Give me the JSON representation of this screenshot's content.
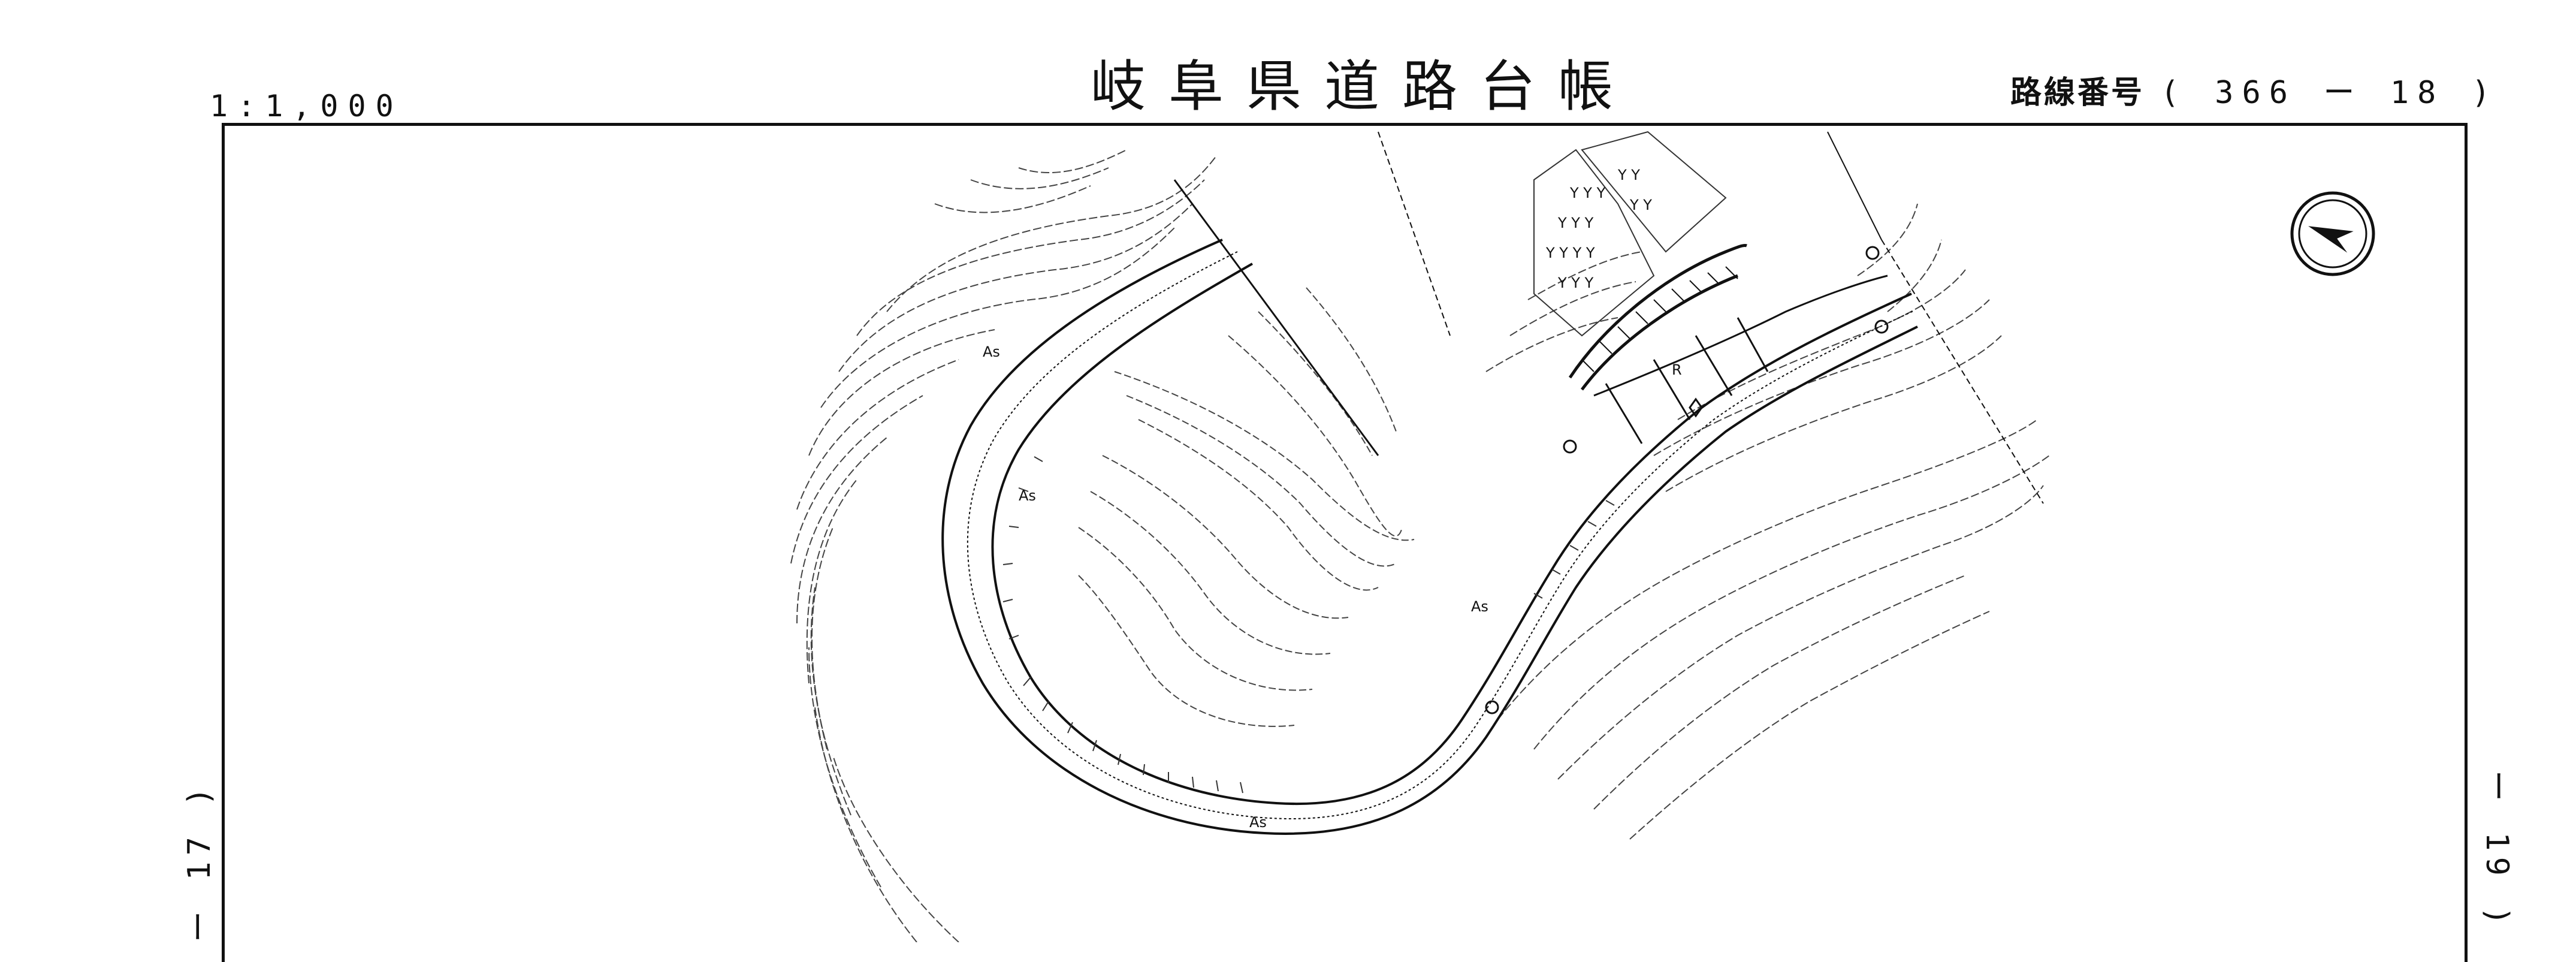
{
  "header": {
    "title": "岐阜県道路台帳",
    "scale": "1:1,000",
    "route_label": "路線番号",
    "route_number": "( 366 ー 18 )"
  },
  "adjacent_sheets": {
    "left": "ー 17 )",
    "right": "ー 19 )"
  },
  "map": {
    "surface_labels": [
      "As",
      "As",
      "As",
      "As"
    ],
    "marker_label": "R",
    "north_arrow": "north-arrow-icon"
  }
}
